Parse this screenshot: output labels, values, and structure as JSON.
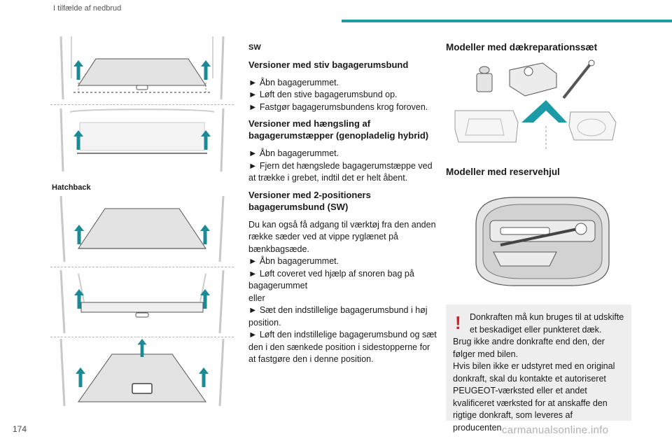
{
  "header": {
    "title": "I tilfælde af nedbrud"
  },
  "page_number": "174",
  "watermark": "carmanualsonline.info",
  "col1": {
    "caption_hatchback": "Hatchback"
  },
  "col2": {
    "label_sw": "SW",
    "h1": "Versioner med stiv bagagerumsbund",
    "block1": [
      "► Åbn bagagerummet.",
      "► Løft den stive bagagerumsbund op.",
      "► Fastgør bagagerumsbundens krog foroven."
    ],
    "h2": "Versioner med hængsling af bagagerumstæpper (genopladelig hybrid)",
    "block2": [
      "► Åbn bagagerummet.",
      "► Fjern det hængslede bagagerumstæppe ved at trække i grebet, indtil det er helt åbent."
    ],
    "h3": "Versioner med 2-positioners bagagerumsbund (SW)",
    "block3": [
      "Du kan også få adgang til værktøj fra den anden række sæder ved at vippe ryglænet på bænkbagsæde.",
      "► Åbn bagagerummet.",
      "► Løft coveret ved hjælp af snoren bag på bagagerummet",
      "eller",
      "► Sæt den indstillelige bagagerumsbund i høj position.",
      "► Løft den indstillelige bagagerumsbund og sæt den i den sænkede position i sidestopperne for at fastgøre den i denne position."
    ]
  },
  "col3": {
    "h_repair": "Modeller med dækreparationssæt",
    "h_spare": "Modeller med reservehjul"
  },
  "warning": {
    "icon": "exclamation-icon",
    "line1": "Donkraften må kun bruges til at udskifte et beskadiget eller punkteret dæk.",
    "line2": "Brug ikke andre donkrafte end den, der følger med bilen.",
    "line3": "Hvis bilen ikke er udstyret med en original donkraft, skal du kontakte et autoriseret PEUGEOT-værksted eller et andet kvalificeret værksted for at anskaffe den rigtige donkraft, som leveres af producenten."
  },
  "colors": {
    "accent": "#1a9ba6",
    "warning": "#d4202c",
    "arrow": "#1a8a96"
  }
}
